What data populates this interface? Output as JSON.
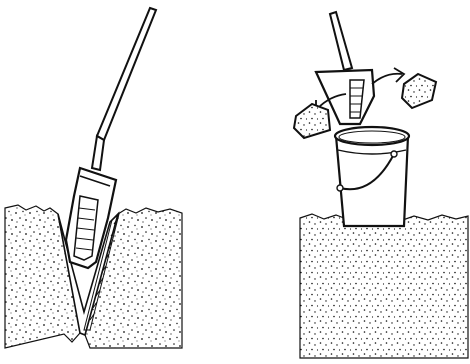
{
  "figure": {
    "panels": [
      {
        "id": "left",
        "depicts": "spade-in-v-cut-soil"
      },
      {
        "id": "right",
        "depicts": "soil-core-into-bucket"
      }
    ],
    "colors": {
      "ink": "#111111",
      "paper": "#ffffff"
    },
    "icons": [
      "spade-icon",
      "bucket-icon",
      "soil-clod-icon",
      "arrow-icon"
    ]
  }
}
